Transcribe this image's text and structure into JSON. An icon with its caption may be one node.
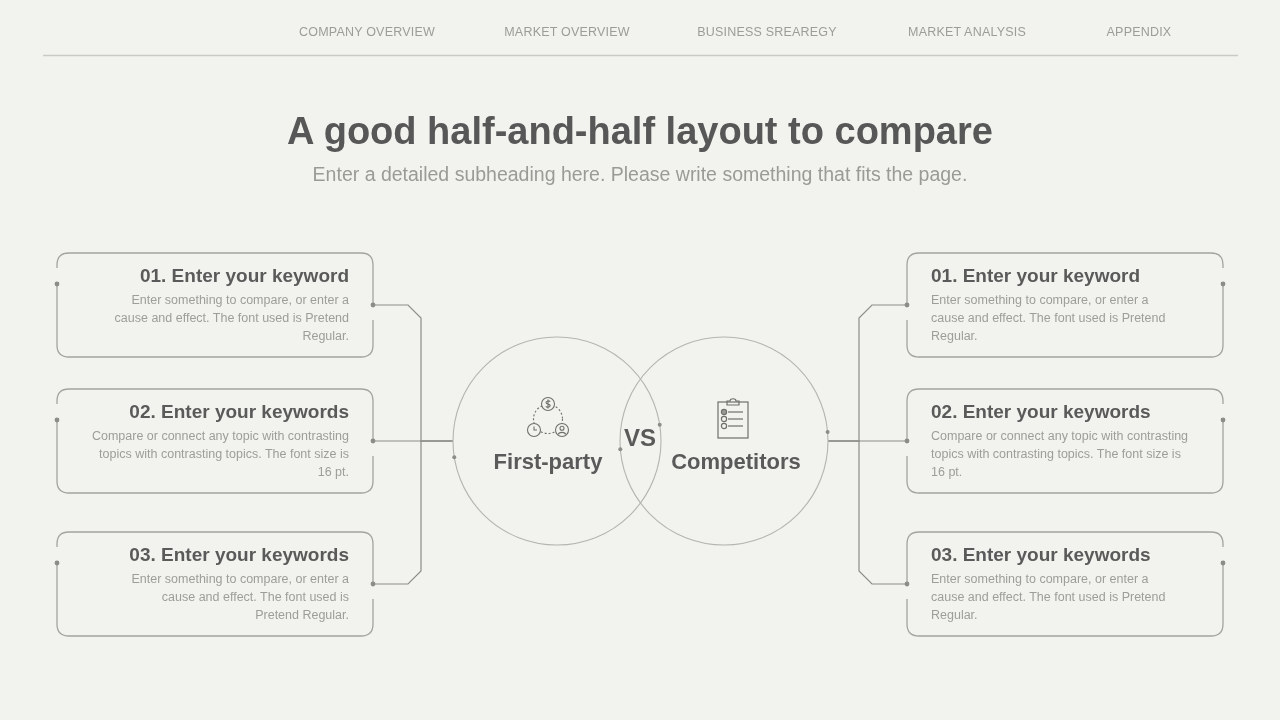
{
  "diagram": {
    "title": "A good half-and-half layout to compare",
    "nodes": [
      {
        "text": [
          "01. Enter your keyword",
          "Enter something to compare, or enter a cause and effect. The font used is Pretend Regular."
        ]
      },
      {
        "text": [
          "02. Enter your keywords",
          "Compare or connect any topic with contrasting topics with contrasting topics. The font size is 16 pt."
        ]
      },
      {
        "text": [
          "03. Enter your keywords",
          "Enter something to compare, or enter a cause and effect. The font used is Pretend Regular."
        ]
      },
      {
        "text": [
          "First-party"
        ]
      },
      {
        "text": [
          "Competitors"
        ]
      },
      {
        "text": [
          "01. Enter your keyword",
          "Enter something to compare, or enter a cause and effect. The font used is Pretend Regular."
        ]
      },
      {
        "text": [
          "02. Enter your keywords",
          "Compare or connect any topic with contrasting topics with contrasting topics. The font size is 16 pt."
        ]
      },
      {
        "text": [
          "03. Enter your keywords",
          "Enter something to compare, or enter a cause and effect. The font used is Pretend Regular."
        ]
      }
    ],
    "edges": [
      {
        "from": 0,
        "to": 3,
        "arrow": "none"
      },
      {
        "from": 1,
        "to": 3,
        "arrow": "none"
      },
      {
        "from": 2,
        "to": 3,
        "arrow": "none"
      },
      {
        "from": 4,
        "to": 5,
        "arrow": "none"
      },
      {
        "from": 4,
        "to": 6,
        "arrow": "none"
      },
      {
        "from": 4,
        "to": 7,
        "arrow": "none"
      }
    ],
    "labels": [
      "COMPANY OVERVIEW",
      "MARKET OVERVIEW",
      "BUSINESS SREAREGY",
      "MARKET ANALYSIS",
      "APPENDIX",
      "Enter a detailed subheading here. Please write something that fits the page.",
      "VS"
    ]
  }
}
